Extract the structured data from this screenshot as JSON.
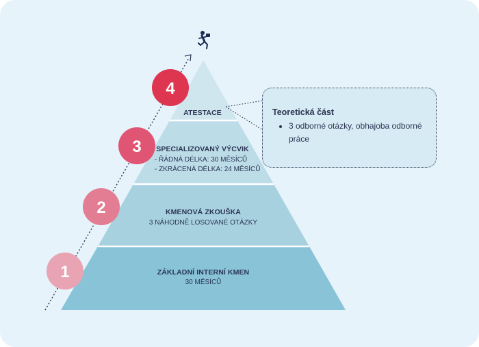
{
  "tiers": [
    {
      "number": "1",
      "title": "ZÁKLADNÍ INTERNÍ KMEN",
      "lines": [
        "30 MĚSÍCŮ"
      ]
    },
    {
      "number": "2",
      "title": "KMENOVÁ ZKOUŠKA",
      "lines": [
        "3 NÁHODNĚ LOSOVANÉ OTÁZKY"
      ]
    },
    {
      "number": "3",
      "title": "SPECIALIZOVANÝ VÝCVIK",
      "lines": [
        "- ŘÁDNÁ DÉLKA: 30 MĚSÍCŮ",
        "- ZKRÁCENÁ DÉLKA: 24 MĚSÍCŮ"
      ]
    },
    {
      "number": "4",
      "title": "ATESTACE",
      "lines": []
    }
  ],
  "callout": {
    "title": "Teoretická část",
    "items": [
      "3 odborné otázky, obhajoba odborné práce"
    ]
  },
  "colors": {
    "tier1": "#88c3d8",
    "tier2": "#a8d1df",
    "tier3": "#bcdce7",
    "tier4": "#d0e6ee",
    "circle1": "#e9a4b3",
    "circle2": "#e37d94",
    "circle3": "#e05574",
    "circle4": "#de3550",
    "text": "#2b3553"
  },
  "icons": [
    "running-person-with-briefcase-icon",
    "dotted-arrow-icon"
  ]
}
